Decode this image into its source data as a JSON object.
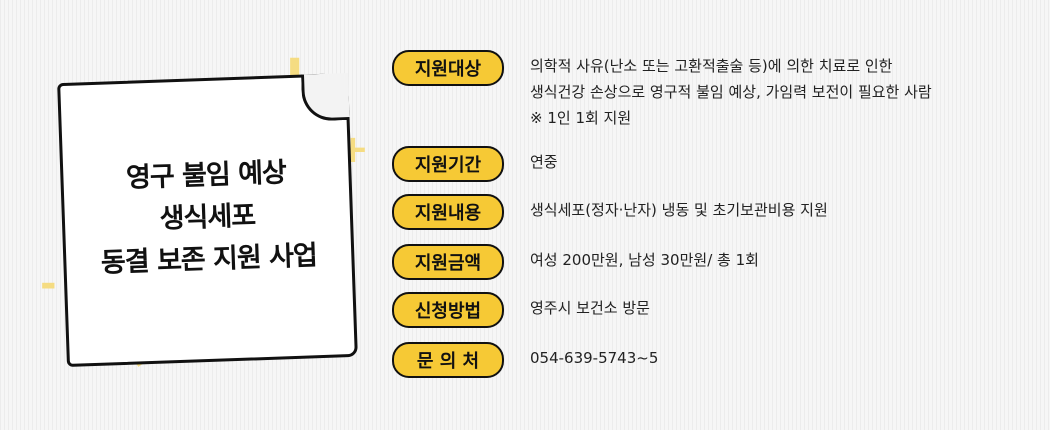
{
  "note": {
    "title_lines": [
      "영구 불임 예상",
      "생식세포",
      "동결 보존 지원 사업"
    ]
  },
  "info_rows": [
    {
      "label": "지원대상",
      "lines": [
        "의학적 사유(난소 또는 고환적출술 등)에 의한 치료로 인한",
        "생식건강 손상으로 영구적 불임 예상, 가임력 보전이 필요한 사람",
        "※ 1인 1회 지원"
      ]
    },
    {
      "label": "지원기간",
      "lines": [
        "연중"
      ]
    },
    {
      "label": "지원내용",
      "lines": [
        "생식세포(정자·난자) 냉동 및 초기보관비용 지원"
      ]
    },
    {
      "label": "지원금액",
      "lines": [
        "여성 200만원, 남성 30만원/ 총 1회"
      ]
    },
    {
      "label": "신청방법",
      "lines": [
        "영주시 보건소 방문"
      ]
    },
    {
      "label": "문 의 처",
      "lines": [
        "054-639-5743~5"
      ]
    }
  ],
  "colors": {
    "badge": "#f6c935",
    "decoration": "#f5dc82",
    "outline": "#111111"
  }
}
